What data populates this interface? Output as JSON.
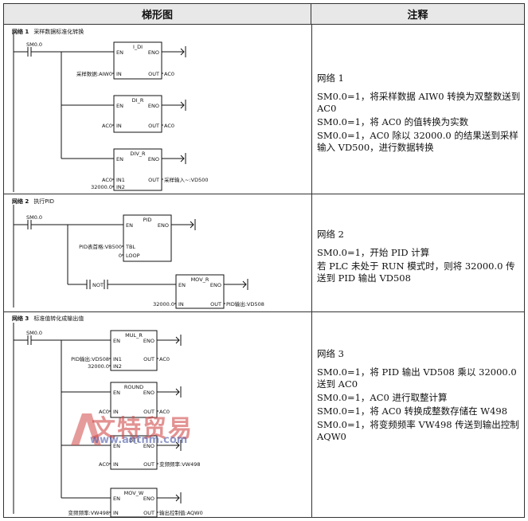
{
  "header": {
    "left": "梯形图",
    "right": "注释"
  },
  "networks": [
    {
      "label": "网络 1",
      "title": "采样数据标准化转换",
      "contact": "SM0.0",
      "blocks": [
        {
          "name": "I_DI",
          "in": "采样数据:AIW0",
          "out": "AC0"
        },
        {
          "name": "DI_R",
          "in": "AC0",
          "out": "AC0"
        },
        {
          "name": "DIV_R",
          "in1": "AC0",
          "in2": "32000.0",
          "out": "采样输入~:VD500"
        }
      ],
      "notes": [
        "网络 1",
        "SM0.0=1，将采样数据 AIW0 转换为双整数送到 AC0",
        "SM0.0=1，将 AC0 的值转换为实数",
        "SM0.0=1，AC0 除以 32000.0 的结果送到采样输入 VD500，进行数据转换"
      ]
    },
    {
      "label": "网络 2",
      "title": "执行PID",
      "contact": "SM0.0",
      "not_label": "NOT",
      "blocks": [
        {
          "name": "PID",
          "tbl": "PID表首格:VB500",
          "loop": "0"
        },
        {
          "name": "MOV_R",
          "in": "32000.0",
          "out": "PID输出:VD508"
        }
      ],
      "notes": [
        "网络 2",
        "SM0.0=1，开始 PID 计算",
        "若 PLC 未处于 RUN 模式时，则将 32000.0 传送到 PID 输出 VD508"
      ]
    },
    {
      "label": "网络 3",
      "title": "标准值转化成输出值",
      "contact": "SM0.0",
      "blocks": [
        {
          "name": "MUL_R",
          "in1": "PID输出:VD508",
          "in2": "32000.0",
          "out": "AC0"
        },
        {
          "name": "ROUND",
          "in": "AC0",
          "out": "AC0"
        },
        {
          "name": "DI_I",
          "in": "AC0",
          "out": "变频频率:VW498"
        },
        {
          "name": "MOV_W",
          "in": "变频频率:VW498",
          "out": "输出控制值:AQW0"
        }
      ],
      "notes": [
        "网络 3",
        "SM0.0=1，将 PID 输出 VD508 乘以 32000.0 送到 AC0",
        "SM0.0=1，AC0 进行取整计算",
        "SM0.0=1，将 AC0 转换成整数存储在 W498",
        "SM0.0=1，将变频频率 VW498 传送到输出控制 AQW0"
      ]
    }
  ],
  "pins": {
    "en": "EN",
    "eno": "ENO",
    "in": "IN",
    "in1": "IN1",
    "in2": "IN2",
    "out": "OUT",
    "tbl": "TBL",
    "loop": "LOOP"
  },
  "watermark": {
    "text": "文特贸易",
    "url": "www.antnm.com"
  }
}
